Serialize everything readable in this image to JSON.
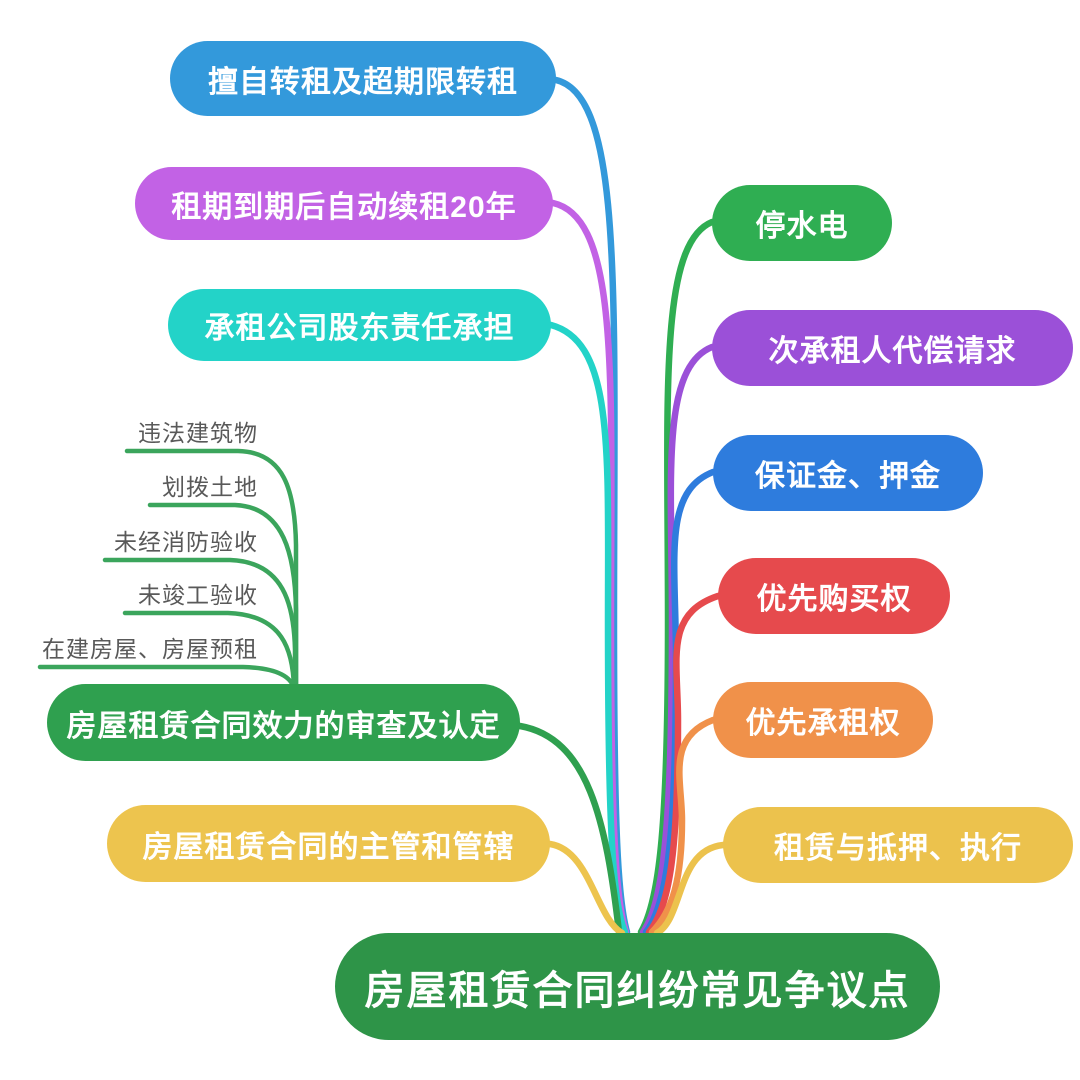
{
  "canvas": {
    "background": "#ffffff"
  },
  "root": {
    "label": "房屋租赁合同纠纷常见争议点",
    "color": "#2E9448",
    "text_color": "#ffffff"
  },
  "left_branches": [
    {
      "label": "擅自转租及超期限转租",
      "color": "#3399DB"
    },
    {
      "label": "租期到期后自动续租20年",
      "color": "#C262E5"
    },
    {
      "label": "承租公司股东责任承担",
      "color": "#23D3C8"
    },
    {
      "label": "房屋租赁合同效力的审查及认定",
      "color": "#2FA04F",
      "child_line_color": "#3BA55C",
      "child_text_color": "#595959",
      "children": [
        {
          "label": "违法建筑物"
        },
        {
          "label": "划拨土地"
        },
        {
          "label": "未经消防验收"
        },
        {
          "label": "未竣工验收"
        },
        {
          "label": "在建房屋、房屋预租"
        }
      ]
    },
    {
      "label": "房屋租赁合同的主管和管辖",
      "color": "#EDC44E"
    }
  ],
  "right_branches": [
    {
      "label": "停水电",
      "color": "#2FAE52"
    },
    {
      "label": "次承租人代偿请求",
      "color": "#9B50D8"
    },
    {
      "label": "保证金、押金",
      "color": "#2E7CDD"
    },
    {
      "label": "优先购买权",
      "color": "#E64A4D"
    },
    {
      "label": "优先承租权",
      "color": "#F0914A"
    },
    {
      "label": "租赁与抵押、执行",
      "color": "#ECC24D"
    }
  ]
}
